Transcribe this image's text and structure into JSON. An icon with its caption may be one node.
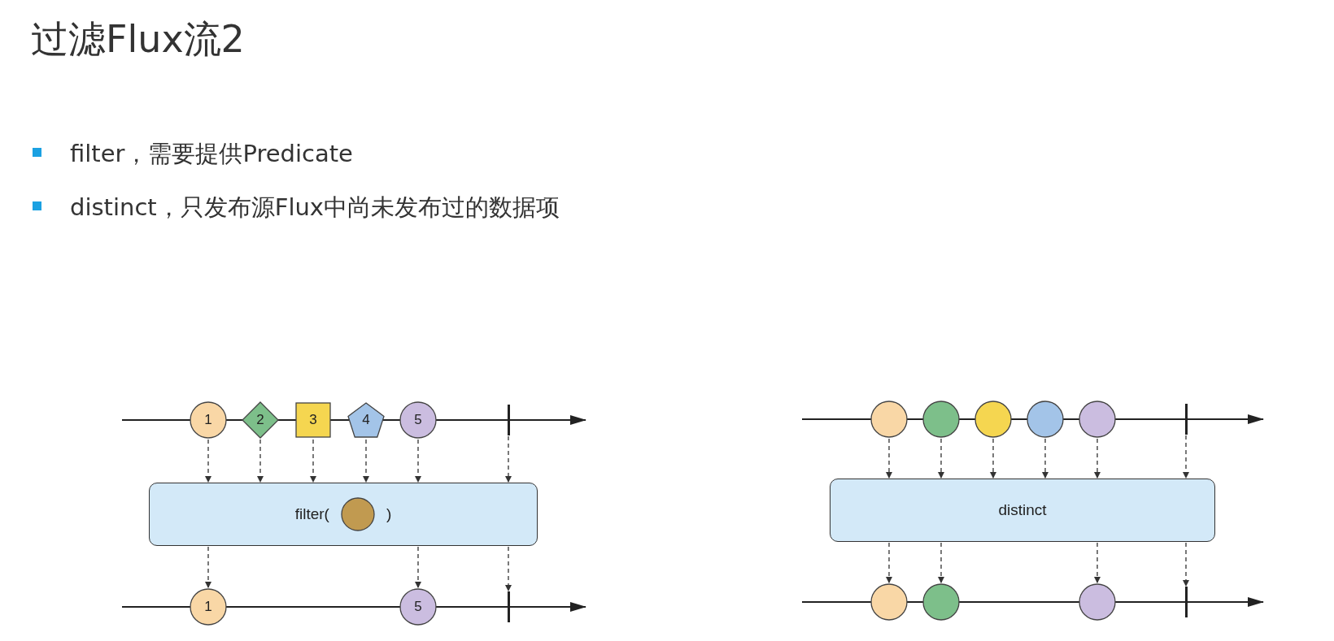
{
  "diagram": {
    "title": "过滤Flux流2",
    "nodes": [
      {
        "text": [
          "1"
        ]
      },
      {
        "text": [
          "2"
        ]
      },
      {
        "text": [
          "3"
        ]
      },
      {
        "text": [
          "4"
        ]
      },
      {
        "text": [
          "5"
        ]
      },
      {
        "text": [],
        "shape": "bar"
      },
      {
        "text": [
          "filter(",
          ")"
        ]
      },
      {
        "text": [],
        "shape": "circle",
        "in": 6
      },
      {
        "text": [
          "1"
        ]
      },
      {
        "text": [
          "5"
        ]
      },
      {
        "text": [],
        "shape": "bar"
      },
      {
        "text": [],
        "shape": "circle"
      },
      {
        "text": [],
        "shape": "circle"
      },
      {
        "text": [],
        "shape": "circle"
      },
      {
        "text": [],
        "shape": "circle"
      },
      {
        "text": [],
        "shape": "circle"
      },
      {
        "text": [],
        "shape": "bar"
      },
      {
        "text": [
          "distinct"
        ]
      },
      {
        "text": [],
        "shape": "circle"
      },
      {
        "text": [],
        "shape": "circle"
      },
      {
        "text": [],
        "shape": "circle"
      },
      {
        "text": [],
        "shape": "bar"
      }
    ],
    "edges": [
      {
        "from": 0,
        "to": 6,
        "arrow": "to",
        "style": "dashed"
      },
      {
        "from": 1,
        "to": 6,
        "arrow": "to",
        "style": "dashed"
      },
      {
        "from": 2,
        "to": 6,
        "arrow": "to",
        "style": "dashed"
      },
      {
        "from": 3,
        "to": 6,
        "arrow": "to",
        "style": "dashed"
      },
      {
        "from": 4,
        "to": 6,
        "arrow": "to",
        "style": "dashed"
      },
      {
        "from": 5,
        "to": 6,
        "arrow": "to",
        "style": "dashed"
      },
      {
        "from": 6,
        "to": 8,
        "arrow": "to",
        "style": "dashed"
      },
      {
        "from": 6,
        "to": 9,
        "arrow": "to",
        "style": "dashed"
      },
      {
        "from": 6,
        "to": 10,
        "arrow": "to",
        "style": "dashed"
      },
      {
        "from": 11,
        "to": 17,
        "arrow": "to",
        "style": "dashed"
      },
      {
        "from": 12,
        "to": 17,
        "arrow": "to",
        "style": "dashed"
      },
      {
        "from": 13,
        "to": 17,
        "arrow": "to",
        "style": "dashed"
      },
      {
        "from": 14,
        "to": 17,
        "arrow": "to",
        "style": "dashed"
      },
      {
        "from": 15,
        "to": 17,
        "arrow": "to",
        "style": "dashed"
      },
      {
        "from": 16,
        "to": 17,
        "arrow": "to",
        "style": "dashed"
      },
      {
        "from": 17,
        "to": 18,
        "arrow": "to",
        "style": "dashed"
      },
      {
        "from": 17,
        "to": 19,
        "arrow": "to",
        "style": "dashed"
      },
      {
        "from": 17,
        "to": 20,
        "arrow": "to",
        "style": "dashed"
      },
      {
        "from": 17,
        "to": 21,
        "arrow": "to",
        "style": "dashed"
      }
    ],
    "labels": [
      "filter，需要提供Predicate",
      "distinct，只发布源Flux中尚未发布过的数据项"
    ]
  }
}
